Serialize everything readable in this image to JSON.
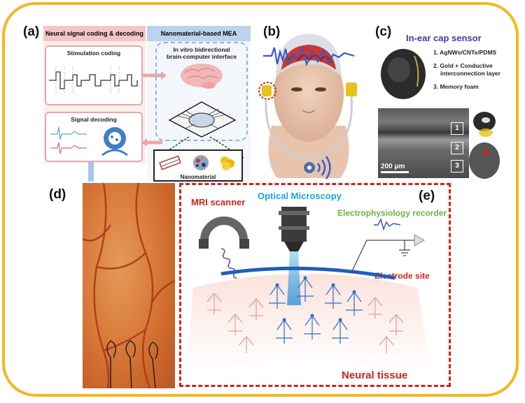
{
  "panels": {
    "a": {
      "label": "(a)",
      "header_left": "Neural signal coding & decoding",
      "header_right": "Nanomaterial-based MEA",
      "stimulation_title": "Stimulation coding",
      "decoding_title": "Signal decoding",
      "interface_title_line1": "In vitro bidirectional",
      "interface_title_line2": "brain-computer interface",
      "nanomaterial_label": "Nanomaterial"
    },
    "b": {
      "label": "(b)"
    },
    "c": {
      "label": "(c)",
      "title": "In-ear cap sensor",
      "items": [
        "1. AgNWs/CNTs/PDMS",
        "2. Gold + Conductive",
        "interconnection layer",
        "3. Memory foam"
      ],
      "scale_bar": "200 μm",
      "layer_marks": [
        "1",
        "2",
        "3"
      ]
    },
    "d": {
      "label": "(d)"
    },
    "e": {
      "label": "(e)",
      "mri": "MRI scanner",
      "optical": "Optical Microscopy",
      "ephys": "Electrophysiology recorder",
      "electrode": "Electrode site",
      "tissue": "Neural tissue"
    }
  },
  "colors": {
    "frame": "#f2b81f",
    "red": "#d3211e",
    "cyan": "#17a7d6",
    "green": "#6db33f",
    "electrode_blue": "#1f5fb8",
    "neuron_blue": "#2a6ec9",
    "neuron_red": "#e58a83"
  }
}
